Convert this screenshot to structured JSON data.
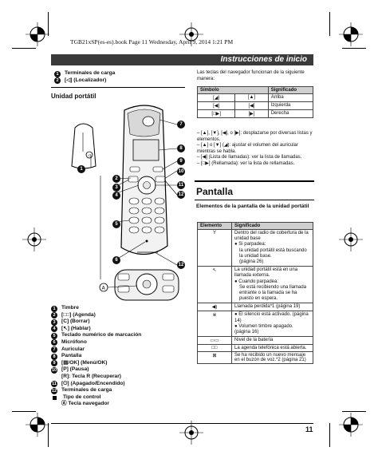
{
  "print_header": "TGB21xSP(es-es).book  Page 11  Wednesday, April 9, 2014  1:21 PM",
  "banner_title": "Instrucciones de inicio",
  "top_list": [
    {
      "num": "1",
      "text": "Terminales de carga"
    },
    {
      "num": "2",
      "text": "[◁] (Localizador)"
    }
  ],
  "handset_title": "Unidad portátil",
  "handset_parts": [
    {
      "num": "1",
      "text": "Timbre"
    },
    {
      "num": "2",
      "text": "[□□] (Agenda)"
    },
    {
      "num": "3",
      "text": "[C] (Borrar)"
    },
    {
      "num": "4",
      "text": "[↖] (Hablar)"
    },
    {
      "num": "5",
      "text": "Teclado numérico de marcación"
    },
    {
      "num": "6",
      "text": "Micrófono"
    },
    {
      "num": "7",
      "text": "Auricular"
    },
    {
      "num": "8",
      "text": "Pantalla"
    },
    {
      "num": "9",
      "text": "[▤/OK] (Menú/OK)"
    },
    {
      "num": "10",
      "text": "[P] (Pausa)"
    },
    {
      "num": "",
      "text": "[R]: Tecla R (Recuperar)"
    },
    {
      "num": "11",
      "text": "[⏻] (Apagado/Encendido)"
    },
    {
      "num": "12",
      "text": "Terminales de carga"
    }
  ],
  "control_type": "Tipo de control",
  "control_item": "Ⓐ Tecla navegador",
  "nav_intro": "Las teclas del navegador funcionan de la siguiente manera:",
  "nav_table": {
    "headers": [
      "Símbolo",
      "Significado"
    ],
    "rows": [
      [
        "[◢]",
        "[▲]",
        "Arriba"
      ],
      [
        "[◀]",
        "[◀]",
        "Izquierda"
      ],
      [
        "[□▶]",
        "[▶]",
        "Derecha"
      ]
    ]
  },
  "nav_notes": [
    "– [▲], [▼], [◀], o [▶]: desplazarse por diversas listas y elementos.",
    "– [▲] o [▼] (◢): ajustar el volumen del auricular mientras se habla.",
    "– [◀] (Lista de llamadas): ver la lista de llamadas.",
    "– [□▶] (Rellamada): ver la lista de rellamadas."
  ],
  "screen_title": "Pantalla",
  "screen_subtitle": "Elementos de la pantalla de la unidad portátil",
  "screen_table": {
    "headers": [
      "Elemento",
      "Significado"
    ],
    "rows": [
      {
        "icon": "Y",
        "lines": [
          "Dentro del radio de cobertura de la unidad base",
          "● Si parpadea:",
          "la unidad portátil está buscando la unidad base.",
          "(página 26)"
        ]
      },
      {
        "icon": "↖",
        "lines": [
          "La unidad portátil está en una llamada externa.",
          "● Cuando parpadea:",
          "Se está recibiendo una llamada entrante o la llamada se ha puesto en espera."
        ]
      },
      {
        "icon": "◀)",
        "lines": [
          "Llamada perdida*1 (página 19)"
        ]
      },
      {
        "icon": "※",
        "lines": [
          "● El silencio está activado. (página 14)",
          "● Volumen timbre apagado. (página 16)"
        ]
      },
      {
        "icon": "▭▭",
        "lines": [
          "Nivel de la batería"
        ]
      },
      {
        "icon": "□□",
        "lines": [
          "La agenda telefónica está abierta."
        ]
      },
      {
        "icon": "⊠",
        "lines": [
          "Se ha recibido un nuevo mensaje en el buzón de voz.*2 (página 21)"
        ]
      }
    ]
  },
  "page_number": "11"
}
